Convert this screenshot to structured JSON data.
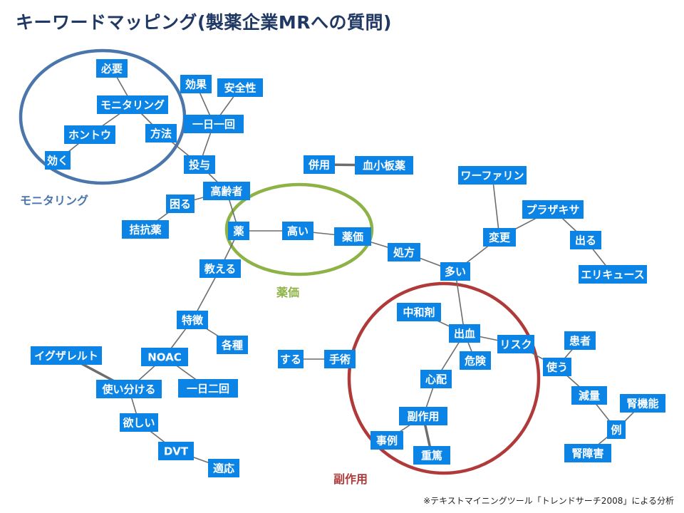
{
  "title": "キーワードマッピング(製薬企業MRへの質問)",
  "footnote": "※テキストマイニングツール「トレンドサーチ2008」による分析",
  "colors": {
    "title": "#1f3864",
    "node": "#0b84e6",
    "node_text": "#ffffff",
    "edge": "#6d6d6d",
    "cluster_monitoring": "#4a76ac",
    "cluster_yakka": "#8db347",
    "cluster_fukusayou": "#b03a3a"
  },
  "nodes": [
    {
      "id": "hitsuyou",
      "label": "必要"
    },
    {
      "id": "kouka",
      "label": "効果"
    },
    {
      "id": "anzensei",
      "label": "安全性"
    },
    {
      "id": "monitoring",
      "label": "モニタリング"
    },
    {
      "id": "ichinichiikkai",
      "label": "一日一回"
    },
    {
      "id": "hontou",
      "label": "ホントウ"
    },
    {
      "id": "houhou",
      "label": "方法"
    },
    {
      "id": "kiku",
      "label": "効く"
    },
    {
      "id": "toyo",
      "label": "投与"
    },
    {
      "id": "heiyou",
      "label": "併用"
    },
    {
      "id": "kesshoban",
      "label": "血小板薬"
    },
    {
      "id": "warfarin",
      "label": "ワーファリン"
    },
    {
      "id": "koureisha",
      "label": "高齢者"
    },
    {
      "id": "komaru",
      "label": "困る"
    },
    {
      "id": "plazaxa",
      "label": "プラザキサ"
    },
    {
      "id": "kikkouyaku",
      "label": "拮抗薬"
    },
    {
      "id": "kusuri",
      "label": "薬"
    },
    {
      "id": "takai",
      "label": "高い"
    },
    {
      "id": "yakka",
      "label": "薬価"
    },
    {
      "id": "henkou",
      "label": "変更"
    },
    {
      "id": "deru",
      "label": "出る"
    },
    {
      "id": "shohou",
      "label": "処方"
    },
    {
      "id": "oshieru",
      "label": "教える"
    },
    {
      "id": "ooi",
      "label": "多い"
    },
    {
      "id": "eliquis",
      "label": "エリキュース"
    },
    {
      "id": "chuwazai",
      "label": "中和剤"
    },
    {
      "id": "tokuchou",
      "label": "特徴"
    },
    {
      "id": "shukketsu",
      "label": "出血"
    },
    {
      "id": "risk",
      "label": "リスク"
    },
    {
      "id": "kanja",
      "label": "患者"
    },
    {
      "id": "kakushu",
      "label": "各種"
    },
    {
      "id": "igzarelto",
      "label": "イグザレルト"
    },
    {
      "id": "noac",
      "label": "NOAC"
    },
    {
      "id": "suru",
      "label": "する"
    },
    {
      "id": "shujutsu",
      "label": "手術"
    },
    {
      "id": "kiken",
      "label": "危険"
    },
    {
      "id": "tsukau",
      "label": "使う"
    },
    {
      "id": "ichinichinikai",
      "label": "一日二回"
    },
    {
      "id": "shinpai",
      "label": "心配"
    },
    {
      "id": "tsukaiwakeru",
      "label": "使い分ける"
    },
    {
      "id": "genryou",
      "label": "減量"
    },
    {
      "id": "jinkinou",
      "label": "腎機能"
    },
    {
      "id": "hoshii",
      "label": "欲しい"
    },
    {
      "id": "fukusayou",
      "label": "副作用"
    },
    {
      "id": "rei",
      "label": "例"
    },
    {
      "id": "dvt",
      "label": "DVT"
    },
    {
      "id": "jirei",
      "label": "事例"
    },
    {
      "id": "jinshougai",
      "label": "腎障害"
    },
    {
      "id": "juutoku",
      "label": "重篤"
    },
    {
      "id": "tekiou",
      "label": "適応"
    }
  ],
  "edges": [
    [
      "hitsuyou",
      "monitoring"
    ],
    [
      "monitoring",
      "hontou"
    ],
    [
      "monitoring",
      "houhou"
    ],
    [
      "hontou",
      "kiku"
    ],
    [
      "houhou",
      "toyo"
    ],
    [
      "kouka",
      "ichinichiikkai"
    ],
    [
      "anzensei",
      "ichinichiikkai"
    ],
    [
      "ichinichiikkai",
      "toyo"
    ],
    [
      "toyo",
      "koureisha"
    ],
    [
      "koureisha",
      "komaru"
    ],
    [
      "komaru",
      "kikkouyaku"
    ],
    [
      "koureisha",
      "kusuri"
    ],
    [
      "kusuri",
      "takai"
    ],
    [
      "takai",
      "yakka"
    ],
    [
      "yakka",
      "shohou"
    ],
    [
      "shohou",
      "ooi"
    ],
    [
      "kusuri",
      "oshieru"
    ],
    [
      "oshieru",
      "tokuchou"
    ],
    [
      "tokuchou",
      "kakushu"
    ],
    [
      "tokuchou",
      "noac"
    ],
    [
      "noac",
      "ichinichinikai"
    ],
    [
      "noac",
      "tsukaiwakeru"
    ],
    [
      "igzarelto",
      "tsukaiwakeru"
    ],
    [
      "tsukaiwakeru",
      "hoshii"
    ],
    [
      "hoshii",
      "dvt"
    ],
    [
      "dvt",
      "tekiou"
    ],
    [
      "heiyou",
      "kesshoban"
    ],
    [
      "warfarin",
      "henkou"
    ],
    [
      "henkou",
      "plazaxa"
    ],
    [
      "henkou",
      "ooi"
    ],
    [
      "plazaxa",
      "deru"
    ],
    [
      "deru",
      "eliquis"
    ],
    [
      "ooi",
      "shukketsu"
    ],
    [
      "chuwazai",
      "shukketsu"
    ],
    [
      "shukketsu",
      "risk"
    ],
    [
      "shukketsu",
      "kiken"
    ],
    [
      "shukketsu",
      "shinpai"
    ],
    [
      "shinpai",
      "fukusayou"
    ],
    [
      "fukusayou",
      "jirei"
    ],
    [
      "fukusayou",
      "juutoku"
    ],
    [
      "suru",
      "shujutsu"
    ],
    [
      "risk",
      "tsukau"
    ],
    [
      "kanja",
      "tsukau"
    ],
    [
      "tsukau",
      "genryou"
    ],
    [
      "genryou",
      "rei"
    ],
    [
      "rei",
      "jinkinou"
    ],
    [
      "rei",
      "jinshougai"
    ]
  ],
  "thick_edges": [
    [
      "heiyou",
      "kesshoban"
    ],
    [
      "igzarelto",
      "tsukaiwakeru"
    ],
    [
      "fukusayou",
      "juutoku"
    ]
  ],
  "clusters": [
    {
      "id": "monitoring",
      "label": "モニタリング",
      "color": "#4a76ac"
    },
    {
      "id": "yakka",
      "label": "薬価",
      "color": "#8db347"
    },
    {
      "id": "fukusayou",
      "label": "副作用",
      "color": "#b03a3a"
    }
  ]
}
